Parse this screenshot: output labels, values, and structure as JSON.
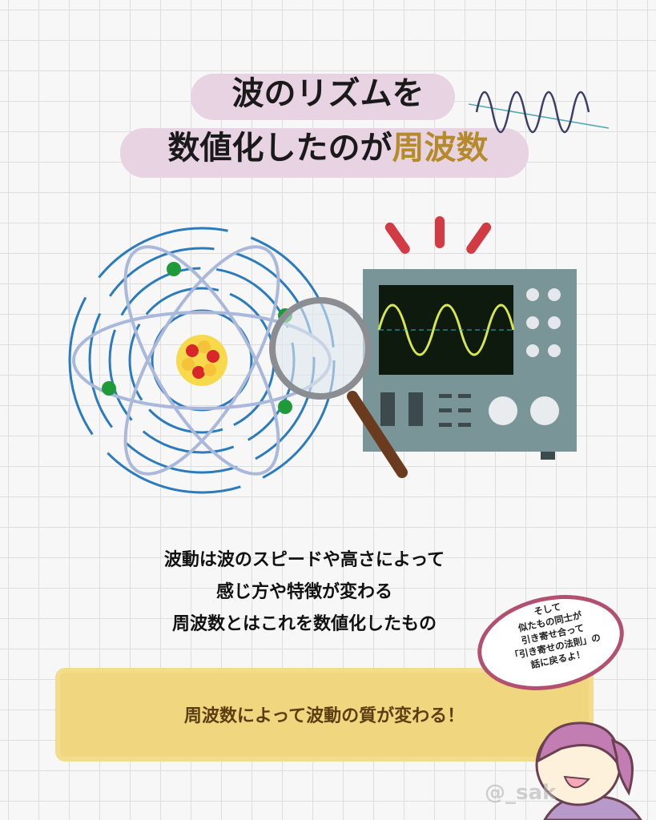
{
  "title": {
    "line1": "波のリズムを",
    "line2_prefix": "数値化したのが",
    "line2_highlight": "周波数"
  },
  "body_lines": [
    "波動は波のスピードや高さによって",
    "感じ方や特徴が変わる",
    "周波数とはこれを数値化したもの"
  ],
  "callout": "周波数によって波動の質が変わる！",
  "speech_bubble": [
    "そして",
    "似たもの同士が",
    "引き寄せ合って",
    "「引き寄せの法則」の",
    "話に戻るよ！"
  ],
  "watermark": "@_sak",
  "colors": {
    "title_bg": "#e8d3e3",
    "highlight": "#b58a2a",
    "callout_bg": "#f0d77f",
    "bubble_border": "#b2506f"
  }
}
